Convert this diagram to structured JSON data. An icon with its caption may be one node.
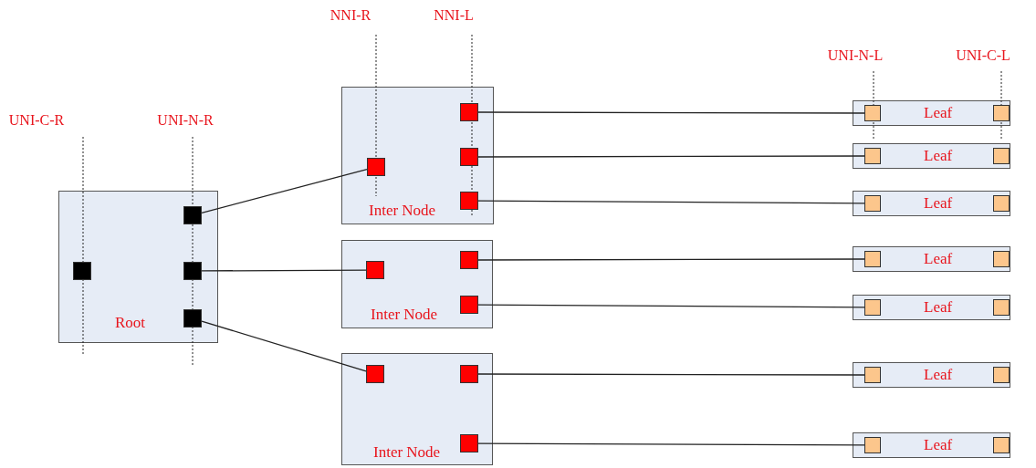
{
  "diagram": {
    "nodes": [
      {
        "text": [
          "Root"
        ]
      },
      {
        "text": [
          "Inter Node"
        ]
      },
      {
        "text": [
          "Inter Node"
        ]
      },
      {
        "text": [
          "Inter Node"
        ]
      },
      {
        "text": [
          "Leaf"
        ]
      },
      {
        "text": [
          "Leaf"
        ]
      },
      {
        "text": [
          "Leaf"
        ]
      },
      {
        "text": [
          "Leaf"
        ]
      },
      {
        "text": [
          "Leaf"
        ]
      },
      {
        "text": [
          "Leaf"
        ]
      },
      {
        "text": [
          "Leaf"
        ]
      },
      {
        "text": [],
        "shape": "box",
        "in": 0
      },
      {
        "text": [],
        "shape": "box",
        "in": 0
      },
      {
        "text": [],
        "shape": "box",
        "in": 0
      },
      {
        "text": [],
        "shape": "box",
        "in": 0
      },
      {
        "text": [],
        "shape": "box",
        "in": 1
      },
      {
        "text": [],
        "shape": "box",
        "in": 1
      },
      {
        "text": [],
        "shape": "box",
        "in": 1
      },
      {
        "text": [],
        "shape": "box",
        "in": 1
      },
      {
        "text": [],
        "shape": "box",
        "in": 2
      },
      {
        "text": [],
        "shape": "box",
        "in": 2
      },
      {
        "text": [],
        "shape": "box",
        "in": 2
      },
      {
        "text": [],
        "shape": "box",
        "in": 3
      },
      {
        "text": [],
        "shape": "box",
        "in": 3
      },
      {
        "text": [],
        "shape": "box",
        "in": 3
      },
      {
        "text": [],
        "shape": "box",
        "in": 4
      },
      {
        "text": [],
        "shape": "box",
        "in": 4
      },
      {
        "text": [],
        "shape": "box",
        "in": 5
      },
      {
        "text": [],
        "shape": "box",
        "in": 5
      },
      {
        "text": [],
        "shape": "box",
        "in": 6
      },
      {
        "text": [],
        "shape": "box",
        "in": 6
      },
      {
        "text": [],
        "shape": "box",
        "in": 7
      },
      {
        "text": [],
        "shape": "box",
        "in": 7
      },
      {
        "text": [],
        "shape": "box",
        "in": 8
      },
      {
        "text": [],
        "shape": "box",
        "in": 8
      },
      {
        "text": [],
        "shape": "box",
        "in": 9
      },
      {
        "text": [],
        "shape": "box",
        "in": 9
      },
      {
        "text": [],
        "shape": "box",
        "in": 10
      },
      {
        "text": [],
        "shape": "box",
        "in": 10
      }
    ],
    "edges": [
      {
        "from": 12,
        "to": 15,
        "arrow": "none"
      },
      {
        "from": 13,
        "to": 19,
        "arrow": "none"
      },
      {
        "from": 14,
        "to": 22,
        "arrow": "none"
      },
      {
        "from": 16,
        "to": 25,
        "arrow": "none"
      },
      {
        "from": 17,
        "to": 27,
        "arrow": "none"
      },
      {
        "from": 18,
        "to": 29,
        "arrow": "none"
      },
      {
        "from": 20,
        "to": 31,
        "arrow": "none"
      },
      {
        "from": 21,
        "to": 33,
        "arrow": "none"
      },
      {
        "from": 23,
        "to": 35,
        "arrow": "none"
      },
      {
        "from": 24,
        "to": 37,
        "arrow": "none"
      }
    ],
    "labels": [
      "NNI-R",
      "NNI-L",
      "UNI-N-L",
      "UNI-C-L",
      "UNI-C-R",
      "UNI-N-R"
    ]
  }
}
